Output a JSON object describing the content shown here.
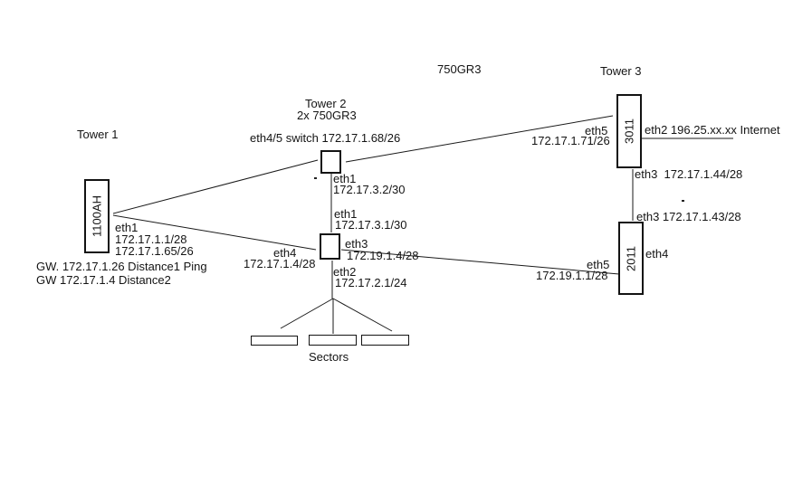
{
  "page": {
    "background": "#ffffff",
    "ink_color": "#141414"
  },
  "top_label": "750GR3",
  "tower1": {
    "title": "Tower 1",
    "device": "1100AH",
    "eth1_label": "eth1",
    "ip1": "172.17.1.1/28",
    "ip2": "172.17.1.65/26",
    "gw1": "GW. 172.17.1.26 Distance1 Ping",
    "gw2": "GW 172.17.1.4 Distance2"
  },
  "tower2": {
    "title": "Tower 2",
    "subtitle": "2x 750GR3",
    "switch_label": "eth4/5 switch 172.17.1.68/26",
    "top_router": {
      "eth1_label": "eth1",
      "eth1_ip": "172.17.3.2/30"
    },
    "bottom_router": {
      "eth1_label": "eth1",
      "eth1_ip": "172.17.3.1/30",
      "eth3_label": "eth3",
      "eth3_ip": "172.19.1.4/28",
      "eth4_label": "eth4",
      "eth4_ip": "172.17.1.4/28",
      "eth2_label": "eth2",
      "eth2_ip": "172.17.2.1/24"
    },
    "sectors_label": "Sectors"
  },
  "tower3": {
    "title": "Tower 3",
    "router3011": {
      "device": "3011",
      "eth5_label": "eth5",
      "eth5_ip": "172.17.1.71/26",
      "eth2_label": "eth2 196.25.xx.xx Internet",
      "eth3_label": "eth3  172.17.1.44/28"
    },
    "router2011": {
      "device": "2011",
      "eth3_label": "eth3 172.17.1.43/28",
      "eth4_label": "eth4",
      "eth5_label": "eth5",
      "eth5_ip": "172.19.1.1/28"
    }
  }
}
